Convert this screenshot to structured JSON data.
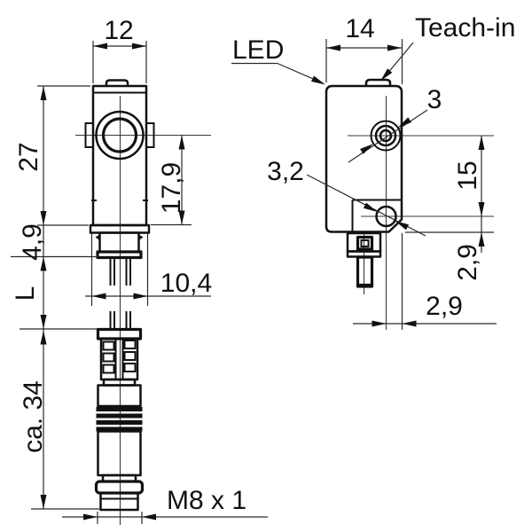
{
  "drawing_type": "sensor-dimension-drawing",
  "colors": {
    "line": "#111111",
    "thin_line": "#2a2a2a",
    "background": "#ffffff"
  },
  "front_view": {
    "dim_width": "12",
    "dim_height": "27",
    "dim_optical_axis": "17,9",
    "dim_nose": "4,9",
    "dim_cable_length": "L",
    "dim_plug_width": "10,4",
    "dim_connector_length": "ca. 34",
    "thread_label": "M8 x 1"
  },
  "side_view": {
    "dim_depth": "14",
    "teach_label": "Teach-in",
    "led_label": "LED",
    "dim_hole_upper": "3",
    "dim_hole_lower": "3,2",
    "dim_hole_spacing": "15",
    "dim_lower_offset": "2,9",
    "dim_bottom_offset": "2,9"
  }
}
